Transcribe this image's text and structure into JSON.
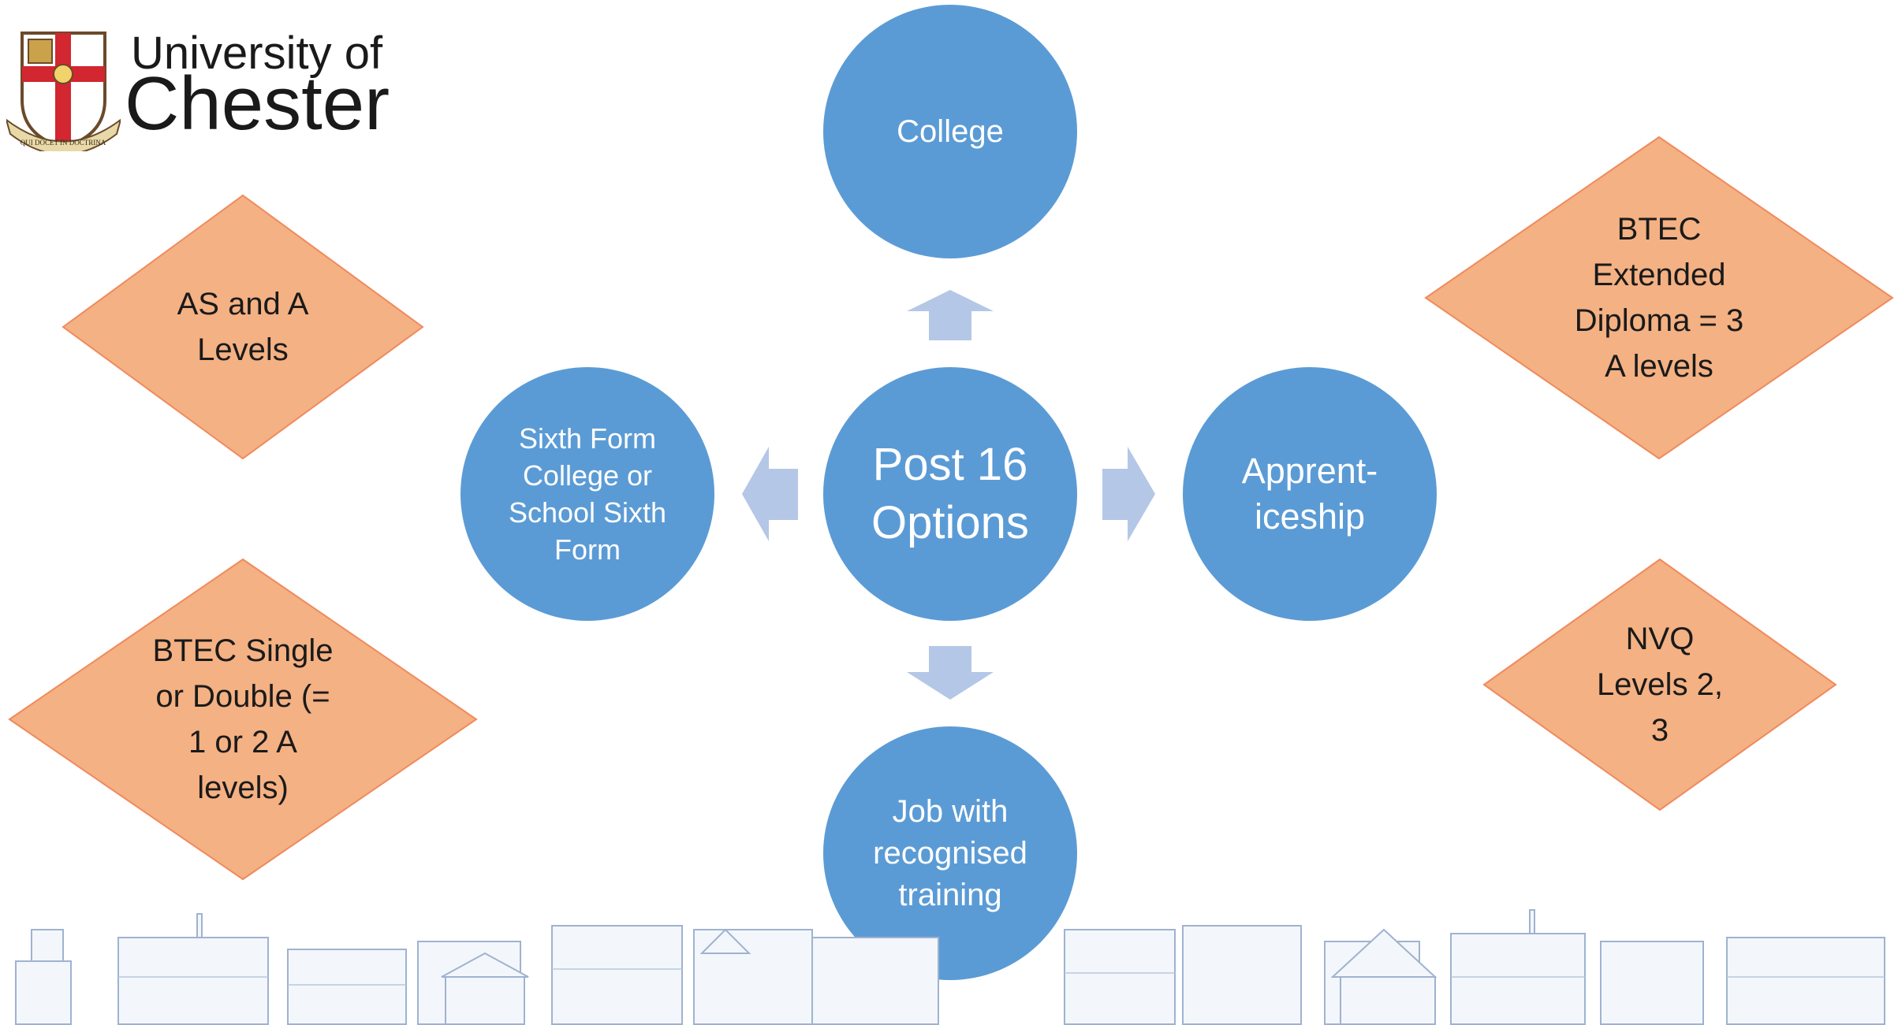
{
  "logo": {
    "line1": "University of",
    "line2": "Chester",
    "motto": "QUI DOCET IN DOCTRINA"
  },
  "center": {
    "label": "Post 16\nOptions"
  },
  "options": {
    "college": "College",
    "sixth_form": "Sixth Form\nCollege or\nSchool Sixth\nForm",
    "apprenticeship": "Apprent-\niceship",
    "job": "Job with\nrecognised\ntraining"
  },
  "qualifications": {
    "as_a_levels": "AS and A\nLevels",
    "btec_single": "BTEC Single\nor Double (=\n1 or 2 A\nlevels)",
    "btec_extended": "BTEC\nExtended\nDiploma = 3\nA levels",
    "nvq": "NVQ\nLevels 2,\n3"
  },
  "colors": {
    "circle": "#5b9bd5",
    "arrow": "#b4c7e7",
    "diamond": "#f4b183",
    "diamond_edge": "#f08a5d"
  }
}
